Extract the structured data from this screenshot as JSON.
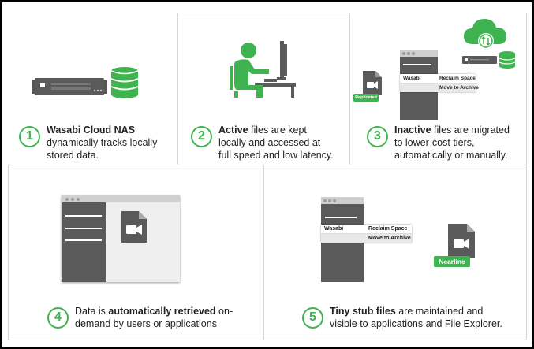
{
  "steps": [
    {
      "number": "1",
      "bold": "Wasabi Cloud NAS",
      "rest_line1": "",
      "line2": "dynamically tracks locally",
      "line3": "stored data."
    },
    {
      "number": "2",
      "bold": "Active",
      "rest_line1": " files are kept",
      "line2": "locally and accessed at",
      "line3": "full speed and low latency."
    },
    {
      "number": "3",
      "bold": "Inactive",
      "rest_line1": " files are migrated",
      "line2": "to lower-cost tiers,",
      "line3": "automatically or manually."
    },
    {
      "number": "4",
      "pre": "Data is ",
      "bold": "automatically retrieved",
      "rest_line1": " on-",
      "line2": "demand by users or applications"
    },
    {
      "number": "5",
      "bold": "Tiny stub files",
      "rest_line1": " are maintained and",
      "line2": "visible to applications and File Explorer."
    }
  ],
  "menus": {
    "wasabi": "Wasabi",
    "reclaim": "Reclaim Space",
    "archive": "Move to Archive"
  },
  "badges": {
    "replicated": "Replicated",
    "nearline": "Nearline"
  },
  "colors": {
    "brand_green": "#3fb34f",
    "dark_gray": "#5a5a5a",
    "light_gray": "#efefef"
  }
}
